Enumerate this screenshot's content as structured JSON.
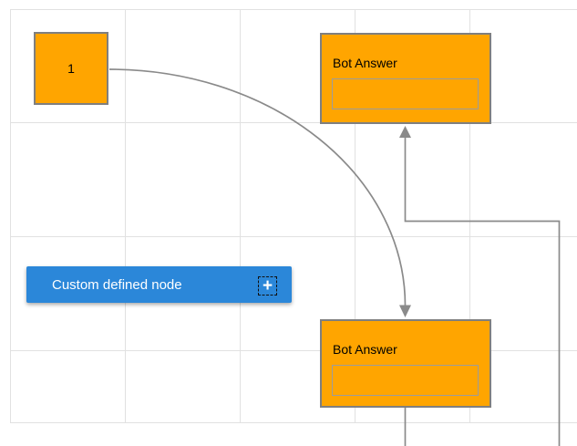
{
  "colors": {
    "canvas_bg": "#ffffff",
    "grid_line": "#e1e1e1",
    "connector_gray": "#8a8a8a",
    "node_orange": "#ffa500",
    "node_border": "#7f7f7f",
    "inner_box_border": "#9c9c9c",
    "custom_node_blue": "#2b87d9",
    "text_dark": "#000000",
    "text_light": "#ffffff"
  },
  "nodes": {
    "start": {
      "label": "1"
    },
    "bot_answer_top": {
      "title": "Bot Answer",
      "input_value": ""
    },
    "bot_answer_bottom": {
      "title": "Bot Answer",
      "input_value": ""
    },
    "custom": {
      "label": "Custom defined node",
      "plus_icon": "+"
    }
  }
}
